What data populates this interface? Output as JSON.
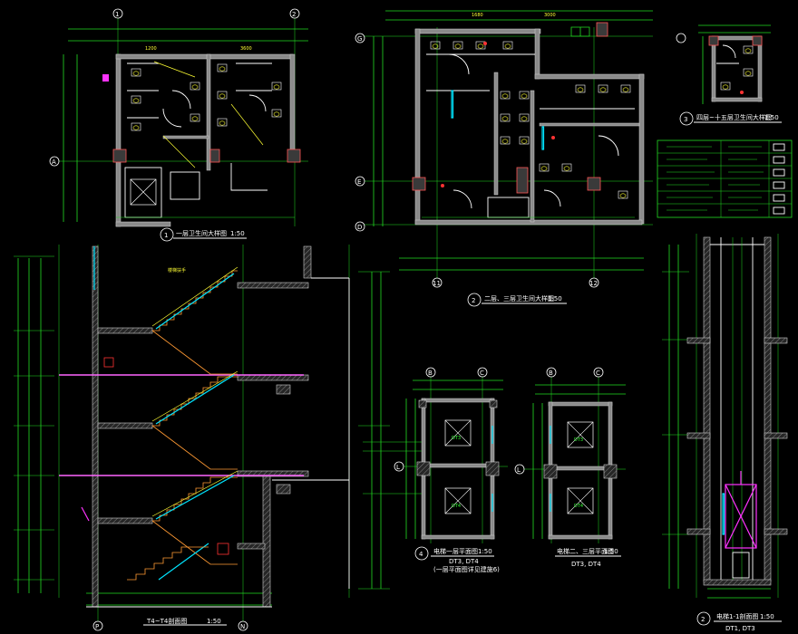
{
  "drawings": {
    "toilet_plan_1": {
      "number": "1",
      "title": "一层卫生间大样图",
      "scale": "1:50",
      "grids_top": [
        "1",
        "2"
      ],
      "grids_side": [
        "A"
      ]
    },
    "toilet_plan_2": {
      "number": "2",
      "title": "二层、三层卫生间大样图",
      "scale": "1:50",
      "grids_bottom": [
        "11",
        "12"
      ],
      "grids_side": [
        "G",
        "E",
        "D"
      ]
    },
    "toilet_plan_3": {
      "number": "3",
      "title": "四层~十五层卫生间大样图",
      "scale": "1:50"
    },
    "stair_section": {
      "title": "T4~T4剖面图",
      "scale": "1:50",
      "grids_bottom": [
        "P",
        "N"
      ]
    },
    "elevator_plan_4": {
      "number": "4",
      "title": "电梯一层平面图",
      "scale": "1:50",
      "code": "DT3, DT4",
      "note": "(一层平面图详见建施6)",
      "grids_top": [
        "B",
        "C"
      ],
      "grids_side": [
        "L"
      ],
      "cars": [
        "DT3",
        "DT4"
      ]
    },
    "elevator_plan_23": {
      "title": "电梯二、三层平面图",
      "scale": "1:50",
      "code": "DT3, DT4",
      "grids_top": [
        "B",
        "C"
      ],
      "grids_side": [
        "L"
      ],
      "cars": [
        "DT3",
        "DT4"
      ]
    },
    "elevator_section": {
      "number": "2",
      "title": "电梯1-1剖面图",
      "scale": "1:50",
      "code": "DT1, DT3"
    }
  },
  "legend_rows": 6,
  "colors": {
    "background": "#000000",
    "dimension": "#22dd22",
    "wall": "#8a8a8a",
    "stair": "#ff9933",
    "elevator_car": "#ff33ff",
    "glazing": "#00e5ff"
  }
}
